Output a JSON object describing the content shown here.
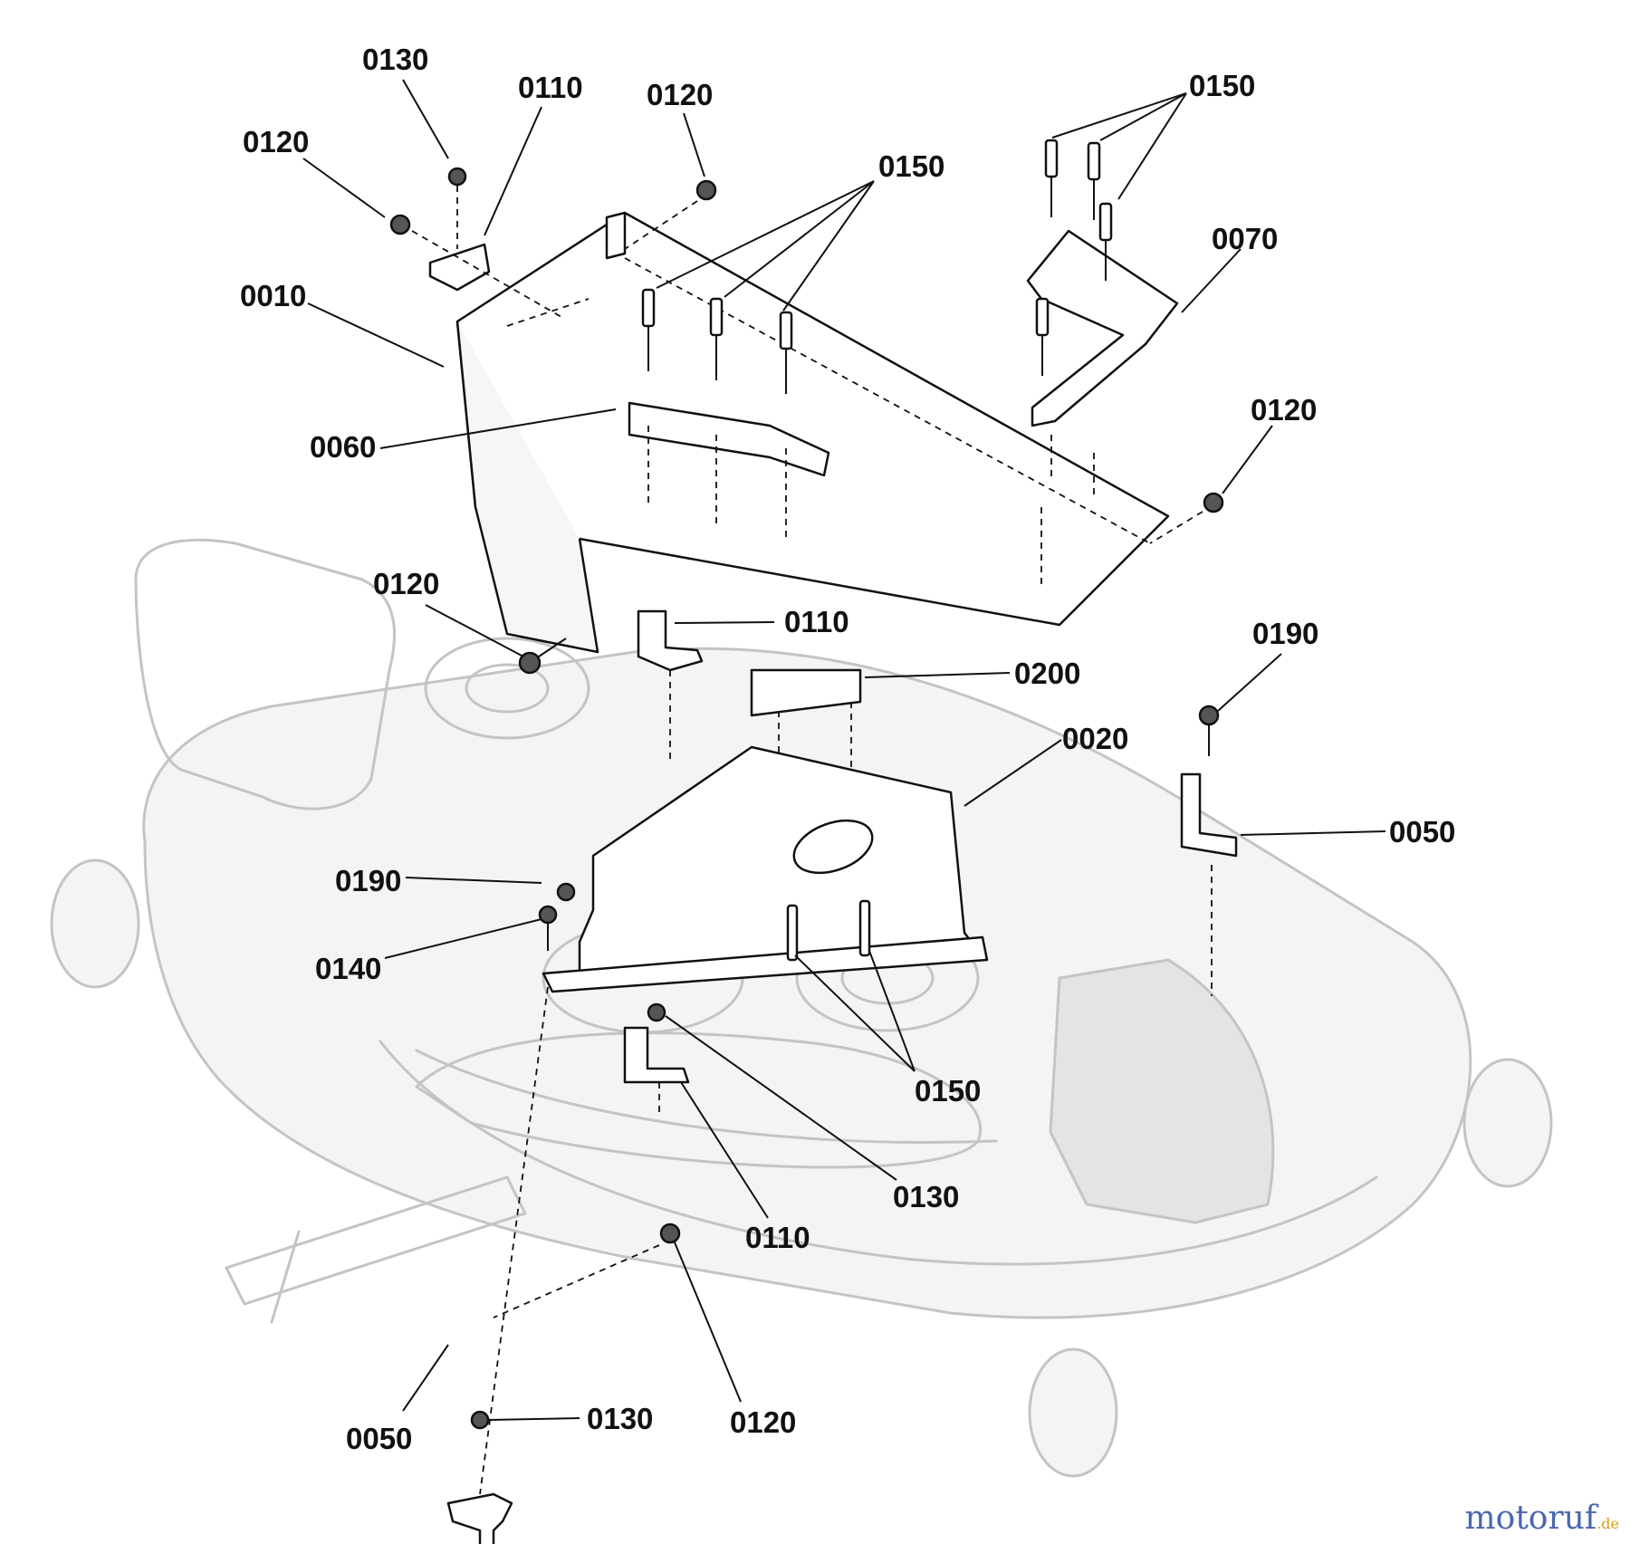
{
  "callouts": [
    {
      "id": "c1",
      "text": "0130"
    },
    {
      "id": "c2",
      "text": "0110"
    },
    {
      "id": "c3",
      "text": "0120"
    },
    {
      "id": "c4",
      "text": "0120"
    },
    {
      "id": "c5",
      "text": "0010"
    },
    {
      "id": "c6",
      "text": "0150"
    },
    {
      "id": "c7",
      "text": "0150"
    },
    {
      "id": "c8",
      "text": "0070"
    },
    {
      "id": "c9",
      "text": "0060"
    },
    {
      "id": "c10",
      "text": "0120"
    },
    {
      "id": "c11",
      "text": "0120"
    },
    {
      "id": "c12",
      "text": "0110"
    },
    {
      "id": "c13",
      "text": "0200"
    },
    {
      "id": "c14",
      "text": "0190"
    },
    {
      "id": "c15",
      "text": "0020"
    },
    {
      "id": "c16",
      "text": "0050"
    },
    {
      "id": "c17",
      "text": "0190"
    },
    {
      "id": "c18",
      "text": "0140"
    },
    {
      "id": "c19",
      "text": "0150"
    },
    {
      "id": "c20",
      "text": "0130"
    },
    {
      "id": "c21",
      "text": "0110"
    },
    {
      "id": "c22",
      "text": "0120"
    },
    {
      "id": "c23",
      "text": "0050"
    },
    {
      "id": "c24",
      "text": "0130"
    }
  ],
  "watermark": {
    "main": "motoruf",
    "suffix": ".de"
  }
}
